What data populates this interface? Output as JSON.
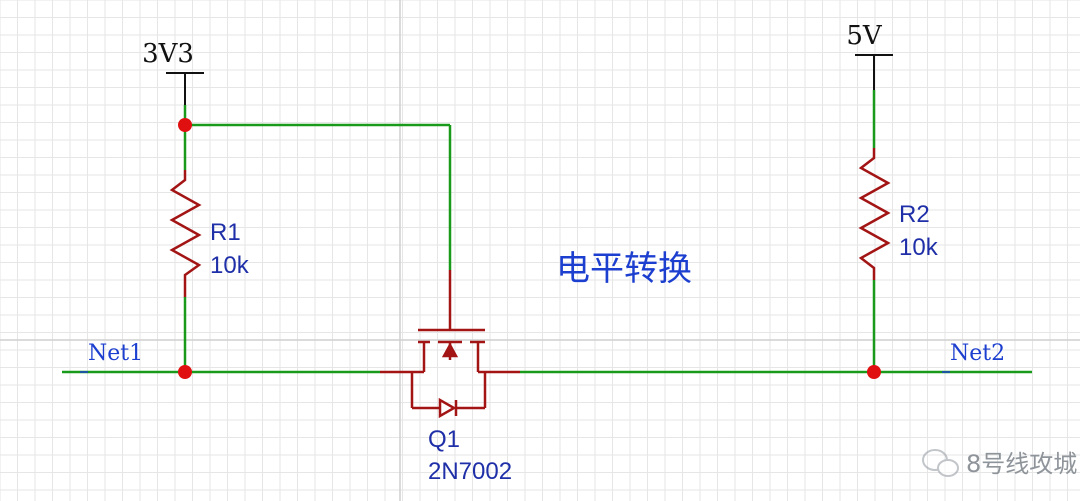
{
  "power_labels": {
    "v33": "3V3",
    "v5": "5V"
  },
  "components": {
    "r1": {
      "ref": "R1",
      "value": "10k"
    },
    "r2": {
      "ref": "R2",
      "value": "10k"
    },
    "q1": {
      "ref": "Q1",
      "part": "2N7002"
    }
  },
  "nets": {
    "left": "Net1",
    "right": "Net2"
  },
  "annotation": "电平转换",
  "watermark": "8号线攻城",
  "colors": {
    "wire": "#1a9a1a",
    "component": "#a31515",
    "junction": "#e01010",
    "label_blue": "#1f2fa8",
    "net_label": "#1d3fd0",
    "grid": "#e6e6e6",
    "grid_major": "#cfcfcf",
    "power": "#111111"
  }
}
